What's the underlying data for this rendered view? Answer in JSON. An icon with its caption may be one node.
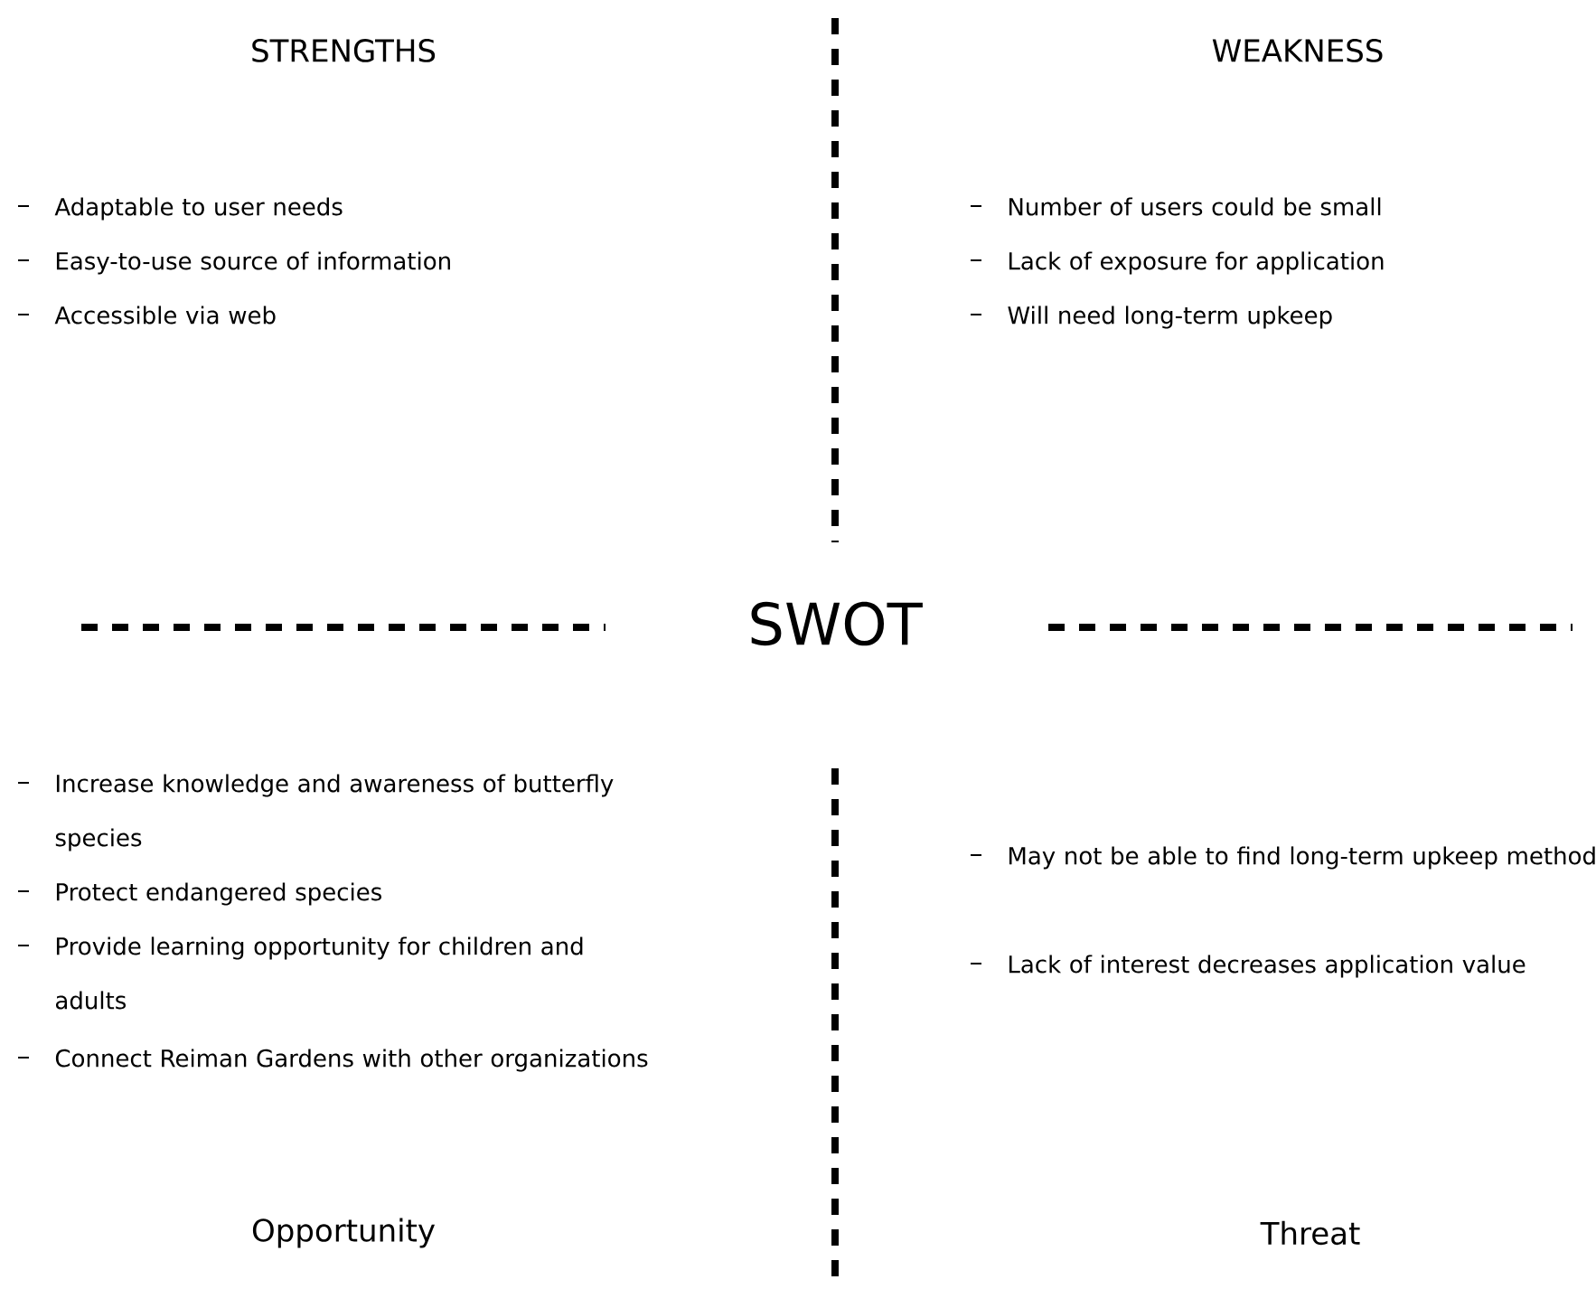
{
  "diagram": {
    "title": "SWOT",
    "labels": [
      "STRENGTHS",
      "WEAKNESS",
      "Adaptable to user needs",
      "Easy-to-use source of information",
      "Accessible via web",
      "Number of users could be small",
      "Lack of exposure for application",
      "Will need long-term upkeep",
      "Increase knowledge and awareness of butterfly species",
      "Protect endangered species",
      "Provide learning opportunity for children and adults",
      "Connect Reiman Gardens with other organizations",
      "May not be able to find long-term upkeep method",
      "Lack of interest decreases application value",
      "Opportunity",
      "Threat"
    ]
  }
}
